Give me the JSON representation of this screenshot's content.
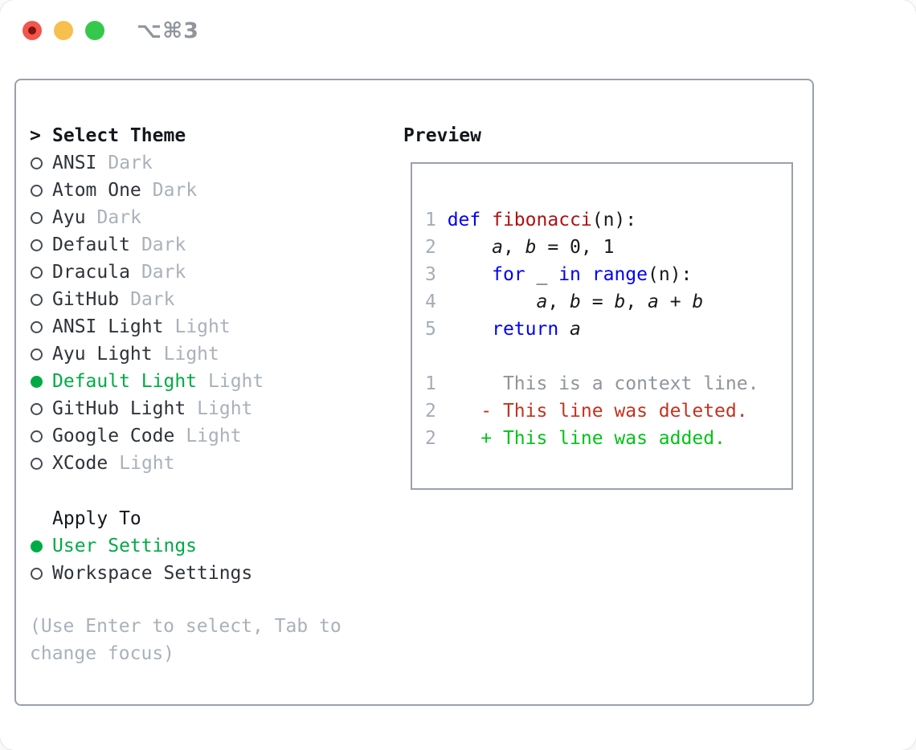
{
  "window": {
    "title": "⌥⌘3"
  },
  "colors": {
    "selection_green": "#00ab45",
    "keyword_blue": "#0000f5",
    "function_red": "#b01111",
    "diff_deleted": "#c2331f",
    "diff_added": "#00c217",
    "diff_context": "#8e959c",
    "muted": "#a9b1ba",
    "lineno": "#a3adb8",
    "border": "#9aa1ab"
  },
  "theme_selector": {
    "cursor": ">",
    "heading": "Select Theme",
    "items": [
      {
        "name": "ANSI",
        "variant": "Dark",
        "selected": false
      },
      {
        "name": "Atom One",
        "variant": "Dark",
        "selected": false
      },
      {
        "name": "Ayu",
        "variant": "Dark",
        "selected": false
      },
      {
        "name": "Default",
        "variant": "Dark",
        "selected": false
      },
      {
        "name": "Dracula",
        "variant": "Dark",
        "selected": false
      },
      {
        "name": "GitHub",
        "variant": "Dark",
        "selected": false
      },
      {
        "name": "ANSI Light",
        "variant": "Light",
        "selected": false
      },
      {
        "name": "Ayu Light",
        "variant": "Light",
        "selected": false
      },
      {
        "name": "Default Light",
        "variant": "Light",
        "selected": true
      },
      {
        "name": "GitHub Light",
        "variant": "Light",
        "selected": false
      },
      {
        "name": "Google Code",
        "variant": "Light",
        "selected": false
      },
      {
        "name": "XCode",
        "variant": "Light",
        "selected": false
      }
    ],
    "apply_to": {
      "heading": "Apply To",
      "options": [
        {
          "label": "User Settings",
          "selected": true
        },
        {
          "label": "Workspace Settings",
          "selected": false
        }
      ]
    },
    "help_lines": [
      "(Use Enter to select, Tab to",
      "change focus)"
    ]
  },
  "preview": {
    "heading": "Preview",
    "lines": [
      {
        "tokens": [
          [
            "1 ",
            "num"
          ],
          [
            "def",
            "kw"
          ],
          [
            " ",
            "plain"
          ],
          [
            "fibonacci",
            "fn"
          ],
          [
            "(n):",
            "plain"
          ]
        ]
      },
      {
        "tokens": [
          [
            "2 ",
            "num"
          ],
          [
            "    ",
            "plain"
          ],
          [
            "a",
            "var"
          ],
          [
            ", ",
            "plain"
          ],
          [
            "b",
            "var"
          ],
          [
            " = 0, 1",
            "plain"
          ]
        ]
      },
      {
        "tokens": [
          [
            "3 ",
            "num"
          ],
          [
            "    ",
            "plain"
          ],
          [
            "for",
            "kw"
          ],
          [
            " _ ",
            "plain"
          ],
          [
            "in",
            "kw"
          ],
          [
            " ",
            "plain"
          ],
          [
            "range",
            "kw"
          ],
          [
            "(n):",
            "plain"
          ]
        ]
      },
      {
        "tokens": [
          [
            "4 ",
            "num"
          ],
          [
            "        ",
            "plain"
          ],
          [
            "a",
            "var"
          ],
          [
            ", ",
            "plain"
          ],
          [
            "b",
            "var"
          ],
          [
            " = ",
            "plain"
          ],
          [
            "b",
            "var"
          ],
          [
            ", ",
            "plain"
          ],
          [
            "a",
            "var"
          ],
          [
            " + ",
            "plain"
          ],
          [
            "b",
            "var"
          ]
        ]
      },
      {
        "tokens": [
          [
            "5 ",
            "num"
          ],
          [
            "    ",
            "plain"
          ],
          [
            "return",
            "kw"
          ],
          [
            " ",
            "plain"
          ],
          [
            "a",
            "var"
          ]
        ]
      },
      {
        "tokens": []
      },
      {
        "tokens": [
          [
            "1 ",
            "num"
          ],
          [
            "     ",
            "plain"
          ],
          [
            "This is a context line.",
            "ctx"
          ]
        ]
      },
      {
        "tokens": [
          [
            "2 ",
            "num"
          ],
          [
            "   ",
            "plain"
          ],
          [
            "- This line was deleted.",
            "del"
          ]
        ]
      },
      {
        "tokens": [
          [
            "2 ",
            "num"
          ],
          [
            "   ",
            "plain"
          ],
          [
            "+ This line was added.",
            "add"
          ]
        ]
      }
    ]
  }
}
